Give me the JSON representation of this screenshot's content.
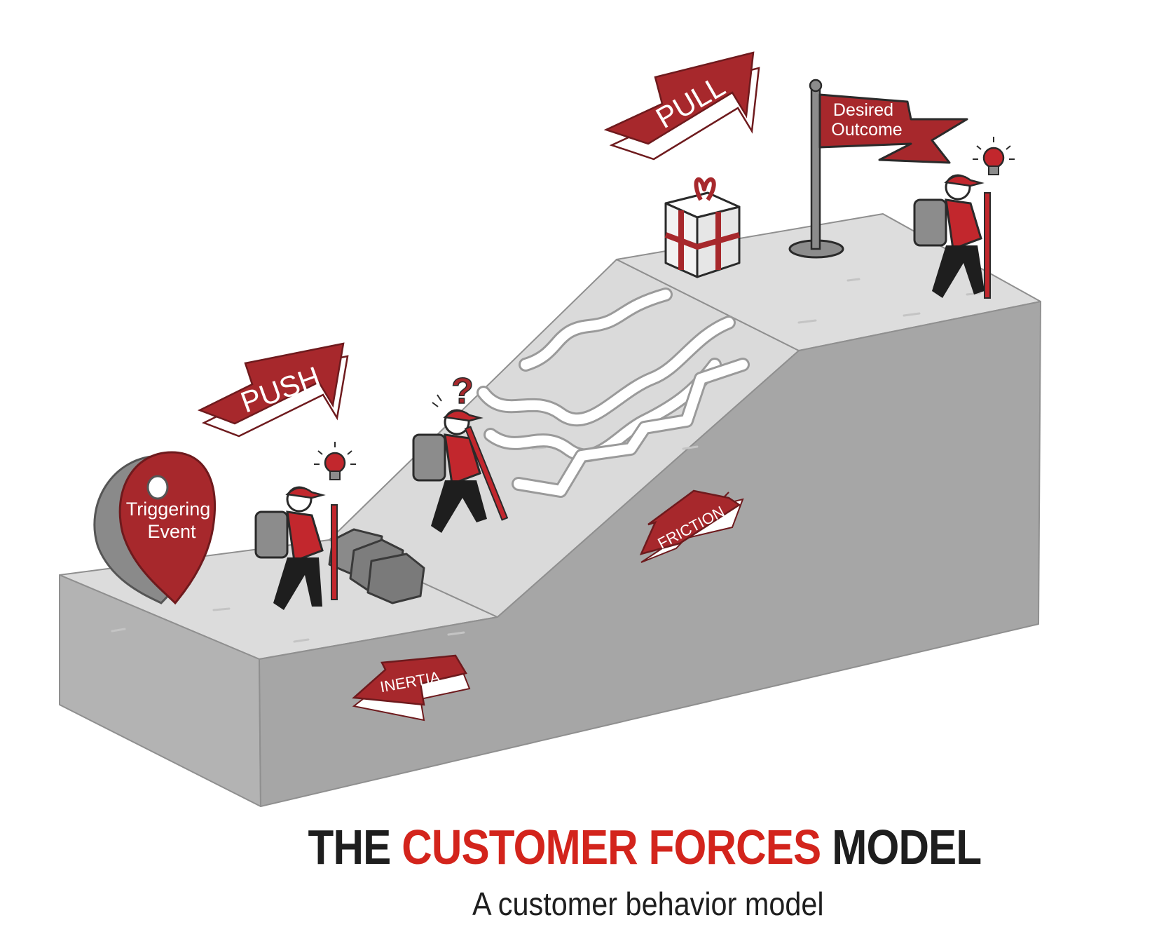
{
  "title": {
    "part1": "THE",
    "part2": "CUSTOMER FORCES",
    "part3": "MODEL"
  },
  "subtitle": "A customer behavior model",
  "labels": {
    "push": "PUSH",
    "pull": "PULL",
    "friction": "FRICTION",
    "inertia": "INERTIA",
    "trigger_line1": "Triggering",
    "trigger_line2": "Event",
    "flag_line1": "Desired",
    "flag_line2": "Outcome",
    "question": "?"
  },
  "colors": {
    "accent": "#a7282c",
    "title_accent": "#d3241c",
    "text": "#1e1e1e",
    "block_top": "#dcdcdc",
    "block_front": "#b1b1b1",
    "block_side": "#a4a4a4"
  },
  "icons": [
    "location-pin-icon",
    "lightbulb-icon",
    "flag-icon",
    "gift-box-icon",
    "question-mark-icon"
  ]
}
